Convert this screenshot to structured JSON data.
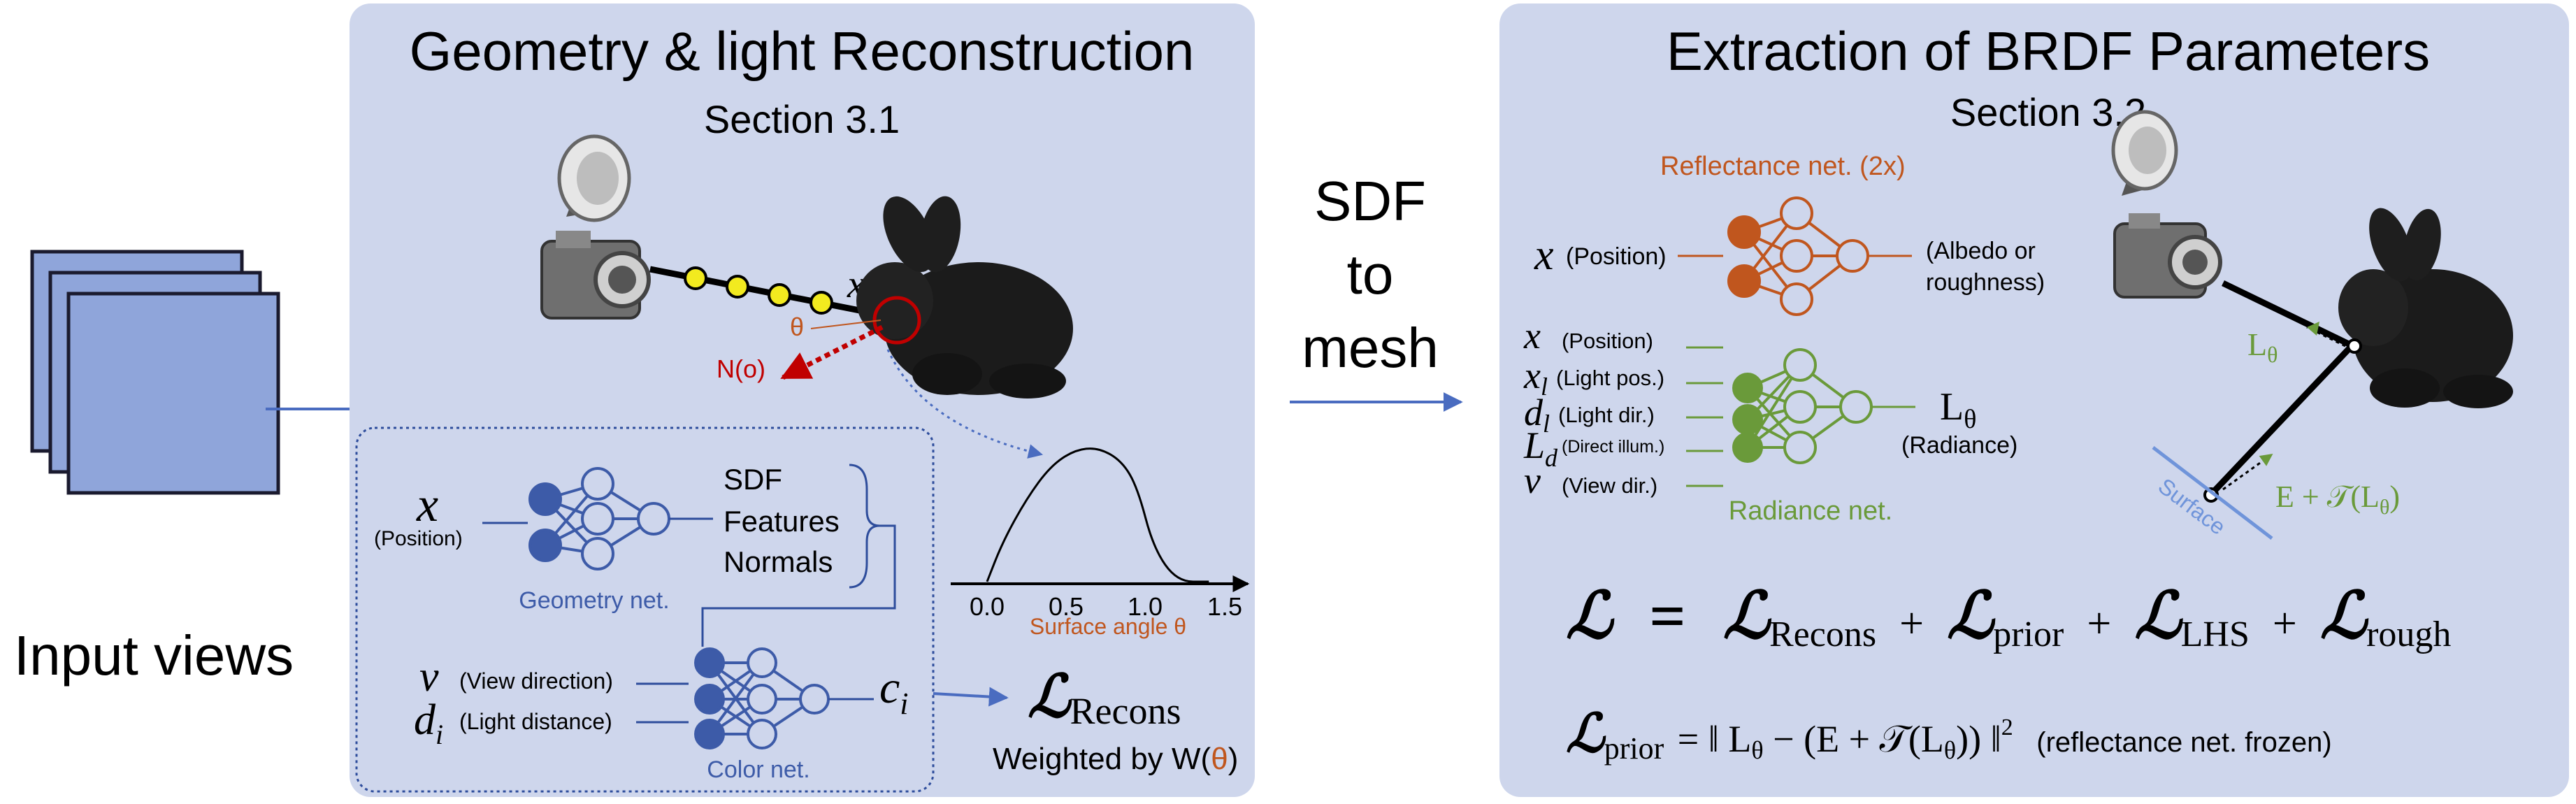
{
  "input": {
    "label": "Input views"
  },
  "panel1": {
    "title": "Geometry & light Reconstruction",
    "subtitle": "Section 3.1",
    "ray": {
      "x_label": "x",
      "theta_label": "θ",
      "normal_label": "N(o)"
    },
    "weight_plot": {
      "type": "line",
      "x_ticks": [
        "0.0",
        "0.5",
        "1.0",
        "1.5"
      ],
      "xlabel": "Surface angle θ",
      "x": [
        0.0,
        0.1,
        0.25,
        0.4,
        0.55,
        0.7,
        0.85,
        0.95,
        1.05,
        1.2,
        1.4
      ],
      "y": [
        0.0,
        0.3,
        0.62,
        0.86,
        0.98,
        1.0,
        0.9,
        0.7,
        0.25,
        0.0,
        0.0
      ]
    },
    "geometry_net": {
      "name": "Geometry net.",
      "input_symbol": "x",
      "input_label": "(Position)",
      "outputs": [
        "SDF",
        "Features",
        "Normals"
      ]
    },
    "color_net": {
      "name": "Color net.",
      "input1_symbol": "v",
      "input1_label": "(View direction)",
      "input2_symbol": "d",
      "input2_sub": "i",
      "input2_label": "(Light distance)",
      "output_symbol": "c",
      "output_sub": "i"
    },
    "loss": {
      "symbol": "ℒ",
      "subscript": "Recons",
      "weighted": "Weighted by W(",
      "weighted_theta": "θ",
      "weighted_close": ")"
    }
  },
  "middle": {
    "line1": "SDF",
    "line2": "to",
    "line3": "mesh"
  },
  "panel2": {
    "title": "Extraction of BRDF Parameters",
    "subtitle": "Section 3.2",
    "reflectance_net": {
      "name": "Reflectance net. (2x)",
      "input_symbol": "x",
      "input_label": "(Position)",
      "output_label_line1": "(Albedo or",
      "output_label_line2": "roughness)"
    },
    "radiance_net": {
      "name": "Radiance net.",
      "output_symbol": "L",
      "output_sub": "θ",
      "output_label": "(Radiance)",
      "inputs": [
        {
          "symbol": "x",
          "sub": "",
          "label": "(Position)"
        },
        {
          "symbol": "x",
          "sub": "l",
          "label": "(Light pos.)"
        },
        {
          "symbol": "d",
          "sub": "l",
          "label": "(Light dir.)"
        },
        {
          "symbol": "L",
          "sub": "d",
          "label": "(Direct illum.)"
        },
        {
          "symbol": "v",
          "sub": "",
          "label": "(View dir.)"
        }
      ]
    },
    "scene": {
      "l_label": "L",
      "l_sub": "θ",
      "e_label": "E + 𝒯(L",
      "e_sub": "θ",
      "e_close": ")",
      "surface": "Surface"
    },
    "equation1": {
      "lhs": "ℒ",
      "eq": "=",
      "terms": [
        {
          "symbol": "ℒ",
          "sub": "Recons"
        },
        {
          "symbol": "ℒ",
          "sub": "prior"
        },
        {
          "symbol": "ℒ",
          "sub": "LHS"
        },
        {
          "symbol": "ℒ",
          "sub": "rough"
        }
      ],
      "plus": "+"
    },
    "equation2": {
      "lhs": "ℒ",
      "lhs_sub": "prior",
      "body": "= ‖ L",
      "body_sub": "θ",
      "body2": " − (E + 𝒯(L",
      "body2_sub": "θ",
      "body3": ")) ‖",
      "sup": "2",
      "note": "(reflectance net. frozen)"
    }
  },
  "colors": {
    "panel_bg": "#CED6EC",
    "blue": "#2E4D9C",
    "net_blue": "#3D5BA8",
    "orange": "#C0561E",
    "green": "#6A9A3A",
    "red": "#C00000",
    "views_fill": "#8FA5DA",
    "arrow": "#4A6CC0"
  }
}
